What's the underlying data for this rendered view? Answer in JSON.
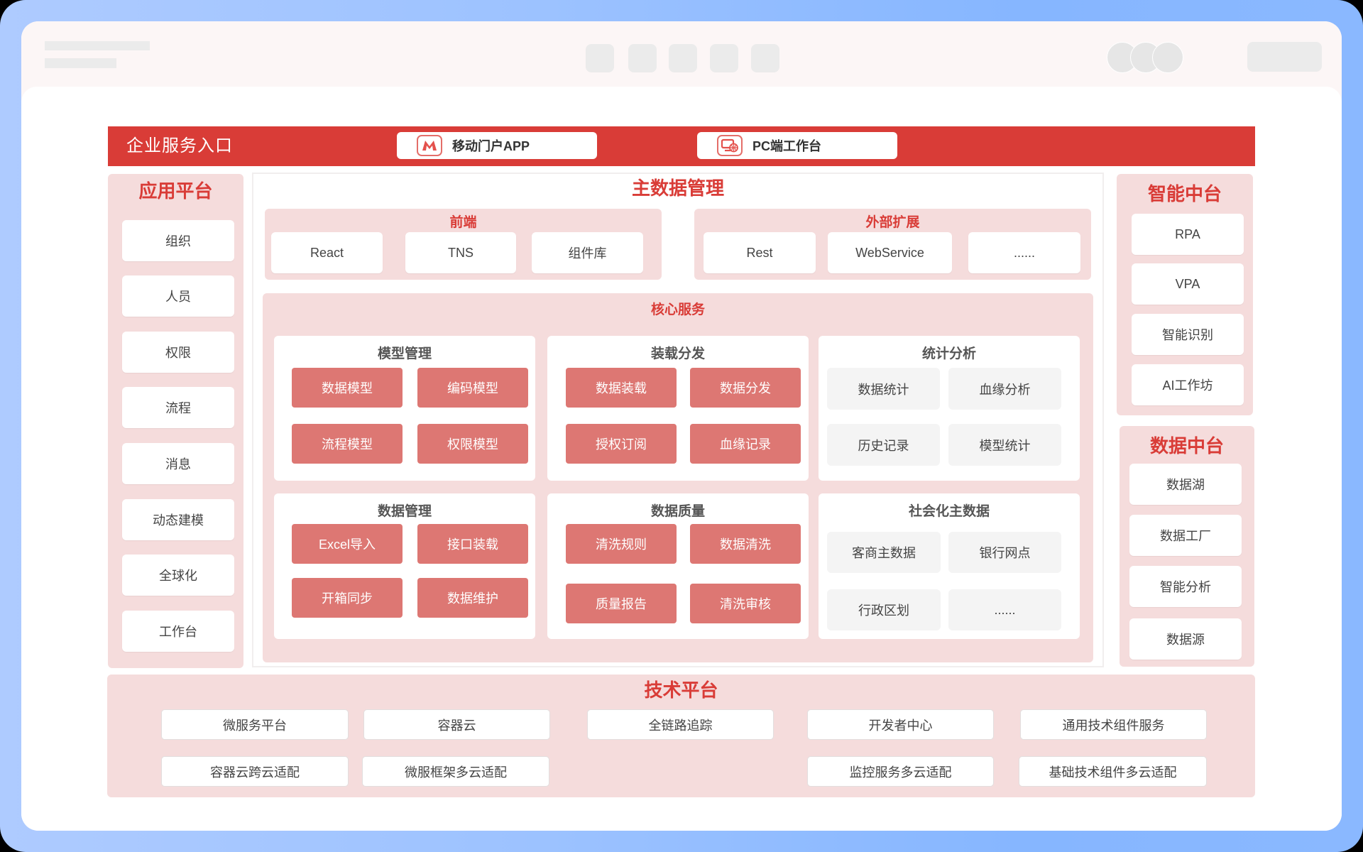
{
  "colors": {
    "frame_gradient_start": "#aecbff",
    "frame_gradient_end": "#86b6ff",
    "accent_red": "#d93c37",
    "card_red": "#dd7773",
    "panel_pink": "#f5dcdc",
    "card_grey": "#f4f4f4"
  },
  "header": {
    "title": "企业服务入口",
    "entries": [
      {
        "label": "移动门户APP",
        "icon": "mobile-portal-m-icon"
      },
      {
        "label": "PC端工作台",
        "icon": "pc-monitor-globe-icon"
      }
    ]
  },
  "app_platform": {
    "title": "应用平台",
    "items": [
      "组织",
      "人员",
      "权限",
      "流程",
      "消息",
      "动态建模",
      "全球化",
      "工作台"
    ]
  },
  "master_data": {
    "title": "主数据管理",
    "frontend": {
      "title": "前端",
      "items": [
        "React",
        "TNS",
        "组件库"
      ]
    },
    "external": {
      "title": "外部扩展",
      "items": [
        "Rest",
        "WebService",
        "......"
      ]
    },
    "core": {
      "title": "核心服务",
      "panels": [
        {
          "title": "模型管理",
          "style": "red",
          "items": [
            "数据模型",
            "编码模型",
            "流程模型",
            "权限模型"
          ]
        },
        {
          "title": "装载分发",
          "style": "red",
          "items": [
            "数据装载",
            "数据分发",
            "授权订阅",
            "血缘记录"
          ]
        },
        {
          "title": "统计分析",
          "style": "grey",
          "items": [
            "数据统计",
            "血缘分析",
            "历史记录",
            "模型统计"
          ]
        },
        {
          "title": "数据管理",
          "style": "red",
          "items": [
            "Excel导入",
            "接口装载",
            "开箱同步",
            "数据维护"
          ]
        },
        {
          "title": "数据质量",
          "style": "red",
          "items": [
            "清洗规则",
            "数据清洗",
            "质量报告",
            "清洗审核"
          ]
        },
        {
          "title": "社会化主数据",
          "style": "grey",
          "items": [
            "客商主数据",
            "银行网点",
            "行政区划",
            "......"
          ]
        }
      ]
    }
  },
  "ai_platform": {
    "title": "智能中台",
    "items": [
      "RPA",
      "VPA",
      "智能识别",
      "AI工作坊"
    ]
  },
  "data_platform": {
    "title": "数据中台",
    "items": [
      "数据湖",
      "数据工厂",
      "智能分析",
      "数据源"
    ]
  },
  "tech_platform": {
    "title": "技术平台",
    "row1": [
      "微服务平台",
      "容器云",
      "全链路追踪",
      "开发者中心",
      "通用技术组件服务"
    ],
    "row2": [
      "容器云跨云适配",
      "微服框架多云适配",
      "监控服务多云适配",
      "基础技术组件多云适配"
    ]
  }
}
